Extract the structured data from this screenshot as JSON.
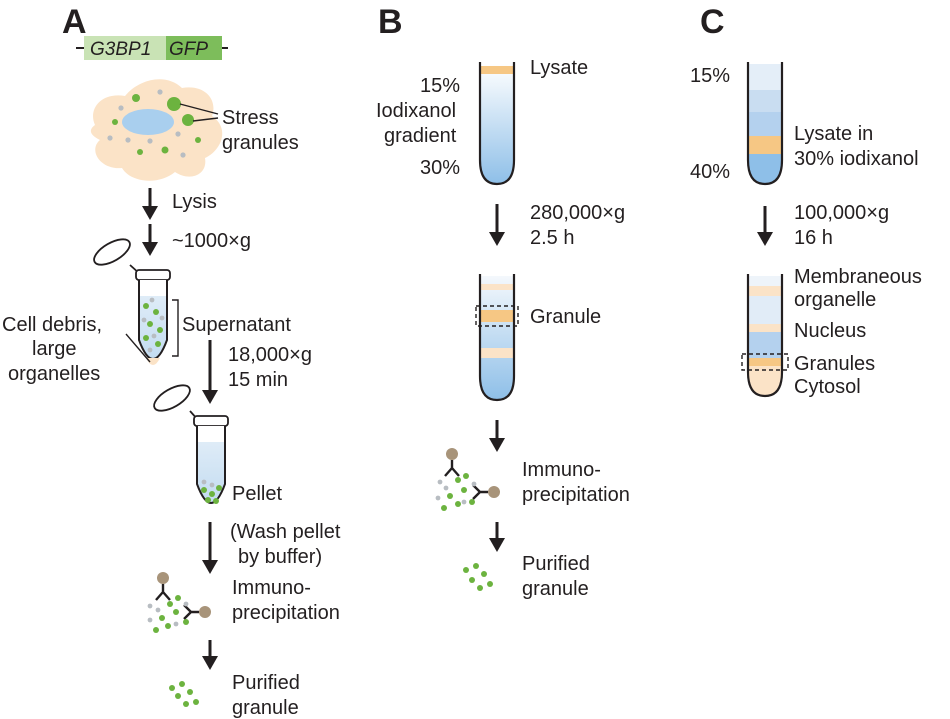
{
  "panels": {
    "a": "A",
    "b": "B",
    "c": "C"
  },
  "panel_a": {
    "gene_left": "G3BP1",
    "gene_right": "GFP",
    "stress_1": "Stress",
    "stress_2": "granules",
    "lysis": "Lysis",
    "spin1": "~1000×g",
    "debris_1": "Cell debris,",
    "debris_2": "large",
    "debris_3": "organelles",
    "supernatant": "Supernatant",
    "spin2_1": "18,000×g",
    "spin2_2": "15 min",
    "pellet": "Pellet",
    "wash_1": "(Wash pellet",
    "wash_2": "by buffer)",
    "ip_1": "Immuno-",
    "ip_2": "precipitation",
    "pur_1": "Purified",
    "pur_2": "granule"
  },
  "panel_b": {
    "top_pct": "15%",
    "grad_1": "Iodixanol",
    "grad_2": "gradient",
    "bottom_pct": "30%",
    "lysate": "Lysate",
    "spin_1": "280,000×g",
    "spin_2": "2.5 h",
    "granule": "Granule",
    "ip_1": "Immuno-",
    "ip_2": "precipitation",
    "pur_1": "Purified",
    "pur_2": "granule"
  },
  "panel_c": {
    "top_pct": "15%",
    "bottom_pct": "40%",
    "lysate_1": "Lysate in",
    "lysate_2": "30% iodixanol",
    "spin_1": "100,000×g",
    "spin_2": "16 h",
    "memb_1": "Membraneous",
    "memb_2": "organelle",
    "nucleus": "Nucleus",
    "granules": "Granules",
    "cytosol": "Cytosol"
  },
  "colors": {
    "ink": "#231f20",
    "granule_green": "#6cb33f",
    "gray_dot": "#b8bdc2",
    "cell_fill": "#fbe3c7",
    "nucleus_blue": "#a9cfee",
    "band_orange": "#f6c784",
    "band_cream": "#fbe3c7",
    "gradient_blue": "#8ebfe8",
    "antibody_bead": "#a8947a",
    "gene_left_fill": "#c9e3b5",
    "gene_right_fill": "#7dbd5b"
  }
}
